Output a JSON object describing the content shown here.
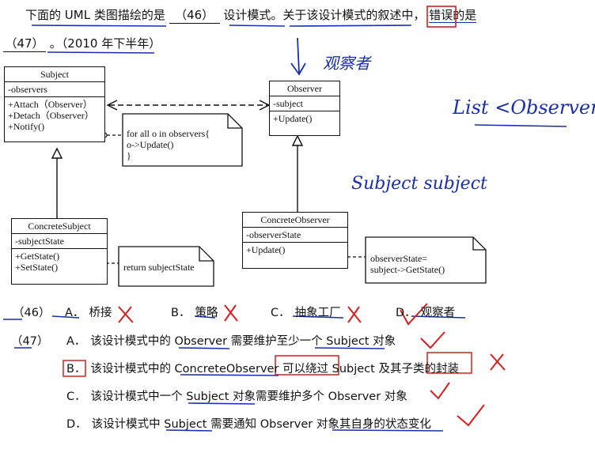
{
  "question": {
    "line1_pre": "下面的 UML 类图描绘的是",
    "blank46": "（46）",
    "line1_mid": "设计模式。关于该设计模式的叙述中，",
    "line1_post": "错误的是",
    "blank47": "（47）",
    "line2_post": "。（2010 年下半年）"
  },
  "uml": {
    "subject": {
      "name": "Subject",
      "attrs": [
        "-observers"
      ],
      "ops": [
        "+Attach（Observer）",
        "+Detach（Observer）",
        "+Notify()"
      ]
    },
    "observer": {
      "name": "Observer",
      "attrs": [
        "-subject"
      ],
      "ops": [
        "+Update()"
      ]
    },
    "concrete_subject": {
      "name": "ConcreteSubject",
      "attrs": [
        "-subjectState"
      ],
      "ops": [
        "+GetState()",
        "+SetState()"
      ]
    },
    "concrete_observer": {
      "name": "ConcreteObserver",
      "attrs": [
        "-observerState"
      ],
      "ops": [
        "+Update()"
      ]
    },
    "notes": {
      "notify": [
        "for all o in observers{",
        "   o->Update()",
        "}"
      ],
      "getstate": [
        "return subjectState"
      ],
      "update": [
        "observerState=",
        "   subject->GetState()"
      ]
    }
  },
  "handwriting": {
    "observer_cn": "观察者",
    "list_observer": "List <Observer>",
    "subject_subject": "Subject  subject"
  },
  "q46": {
    "label": "（46）",
    "options": [
      {
        "letter": "A．",
        "text": "桥接"
      },
      {
        "letter": "B．",
        "text": "策略"
      },
      {
        "letter": "C．",
        "text": "抽象工厂"
      },
      {
        "letter": "D．",
        "text": "观察者"
      }
    ]
  },
  "q47": {
    "label": "（47）",
    "options": [
      {
        "letter": "A．",
        "text": "该设计模式中的 Observer 需要维护至少一个 Subject 对象"
      },
      {
        "letter": "B．",
        "text": "该设计模式中的 ConcreteObserver 可以绕过 Subject 及其子类的封装"
      },
      {
        "letter": "C．",
        "text": "该设计模式中一个 Subject 对象需要维护多个 Observer 对象"
      },
      {
        "letter": "D．",
        "text": "该设计模式中 Subject 需要通知 Observer 对象其自身的状态变化"
      }
    ]
  },
  "colors": {
    "ink_blue": "#1b2fa8",
    "ink_red": "#d42020",
    "text": "#111111"
  }
}
